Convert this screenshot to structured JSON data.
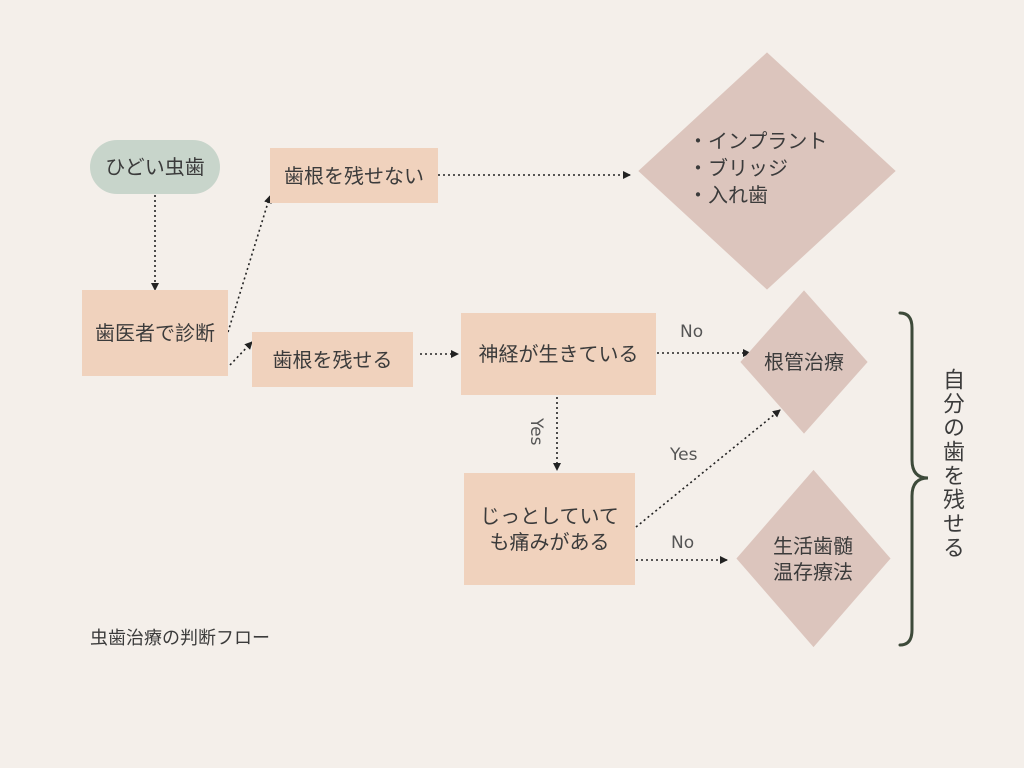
{
  "nodes": {
    "start": "ひどい虫歯",
    "diagnosis": "歯医者で診断",
    "cannot_keep": "歯根を残せない",
    "can_keep": "歯根を残せる",
    "nerve_alive": "神経が生きている",
    "pain_line1": "じっとしていて",
    "pain_line2": "も痛みがある",
    "root_canal": "根管治療",
    "pulp_line1": "生活歯髄",
    "pulp_line2": "温存療法"
  },
  "options": [
    "・インプラント",
    "・ブリッジ",
    "・入れ歯"
  ],
  "edge_labels": {
    "nerve_no": "No",
    "nerve_yes": "Yes",
    "pain_yes": "Yes",
    "pain_no": "No"
  },
  "bracket_label": "自分の歯を残せる",
  "caption": "虫歯治療の判断フロー",
  "colors": {
    "background": "#f4efea",
    "box": "#f0d2bd",
    "start_pill": "#c8d5cb",
    "diamond": "#dcc5bd",
    "bracket": "#3d4a3a"
  }
}
